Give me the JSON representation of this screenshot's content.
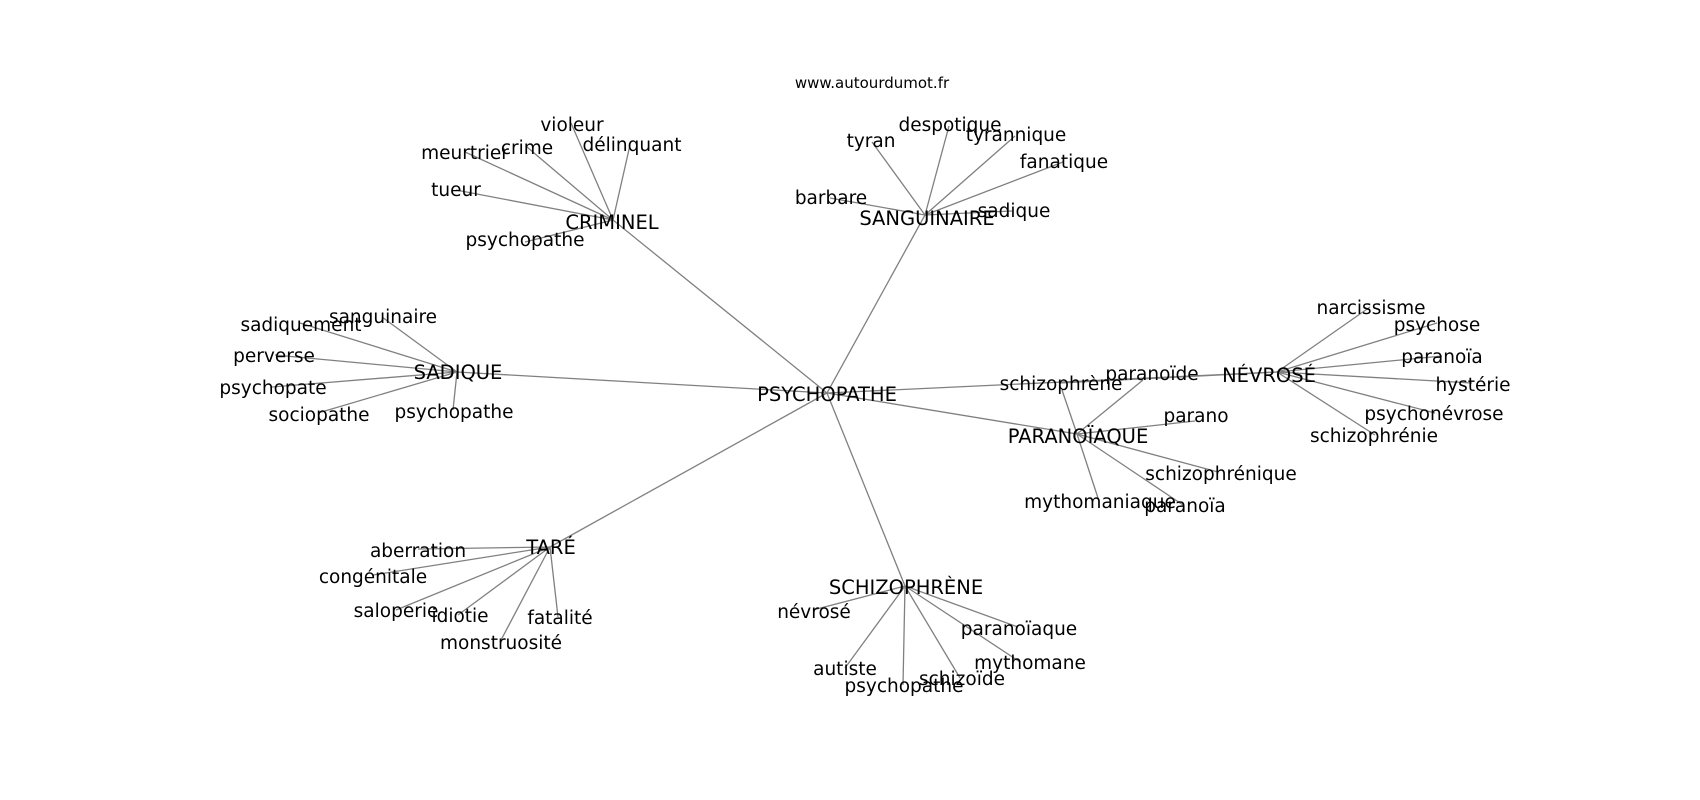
{
  "header": {
    "source": "www.autourdumot.fr"
  },
  "graph": {
    "center": "PSYCHOPATHE",
    "clusters": [
      {
        "name": "CRIMINEL",
        "words": [
          "violeur",
          "crime",
          "délinquant",
          "meurtrier",
          "tueur",
          "psychopathe"
        ]
      },
      {
        "name": "SANGUINAIRE",
        "words": [
          "despotique",
          "tyran",
          "tyrannique",
          "fanatique",
          "barbare",
          "sadique"
        ]
      },
      {
        "name": "SADIQUE",
        "words": [
          "sanguinaire",
          "sadiquement",
          "perverse",
          "psychopate",
          "sociopathe",
          "psychopathe"
        ]
      },
      {
        "name": "NÉVROSÉ",
        "words": [
          "narcissisme",
          "psychose",
          "paranoïa",
          "hystérie",
          "psychonévrose",
          "schizophrénie",
          "schizophrène"
        ]
      },
      {
        "name": "PARANOÏAQUE",
        "words": [
          "paranoïde",
          "schizophrène",
          "parano",
          "schizophrénique",
          "mythomaniaque",
          "paranoïa"
        ]
      },
      {
        "name": "TARÉ",
        "words": [
          "aberration",
          "congénitale",
          "saloperie",
          "idiotie",
          "fatalité",
          "monstruosité"
        ]
      },
      {
        "name": "SCHIZOPHRÈNE",
        "words": [
          "névrosé",
          "paranoïaque",
          "mythomane",
          "autiste",
          "schizoïde",
          "psychopathe"
        ]
      }
    ]
  }
}
